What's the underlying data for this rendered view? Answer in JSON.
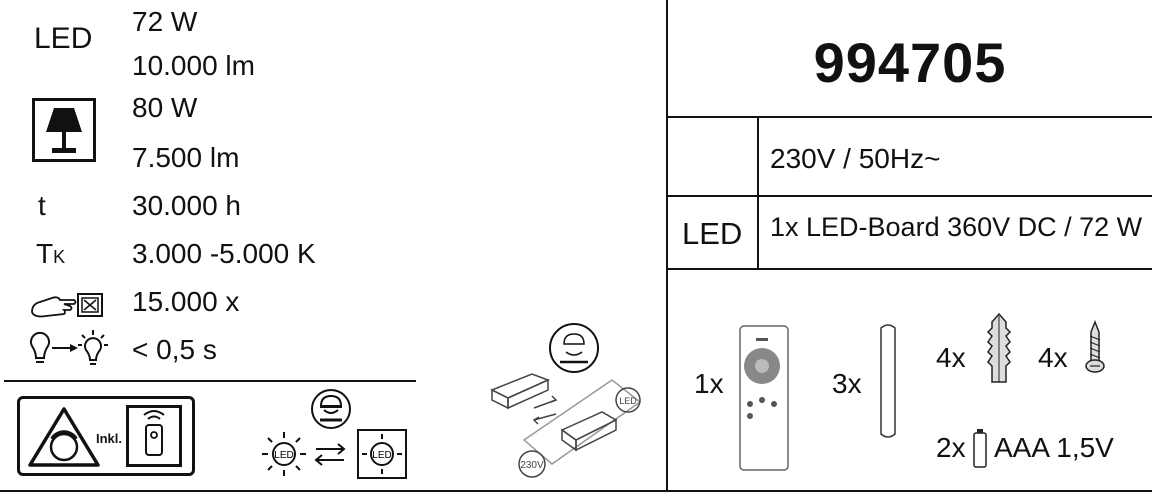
{
  "specs": {
    "led": {
      "label": "LED",
      "power": "72 W",
      "lumen": "10.000 lm"
    },
    "equivalent": {
      "power": "80 W",
      "lumen": "7.500 lm"
    },
    "lifetime": {
      "label": "t",
      "value": "30.000 h"
    },
    "color_temp": {
      "label": "T",
      "sub": "K",
      "value": "3.000 -5.000  K"
    },
    "switch_cycles": {
      "value": "15.000 x"
    },
    "warmup": {
      "value": "< 0,5 s"
    }
  },
  "badge": {
    "inkl": "Inkl."
  },
  "article": {
    "number": "994705"
  },
  "electrical": {
    "voltage": "230V / 50Hz~",
    "led_label": "LED",
    "led_board": "1x LED-Board 360V DC / 72 W"
  },
  "package": {
    "remote_qty": "1x",
    "rods_qty": "3x",
    "anchors_qty": "4x",
    "screws_qty": "4x",
    "battery_qty": "2x",
    "battery_label": "AAA 1,5V"
  },
  "driver_label": "230V",
  "led_small_label": "LED"
}
